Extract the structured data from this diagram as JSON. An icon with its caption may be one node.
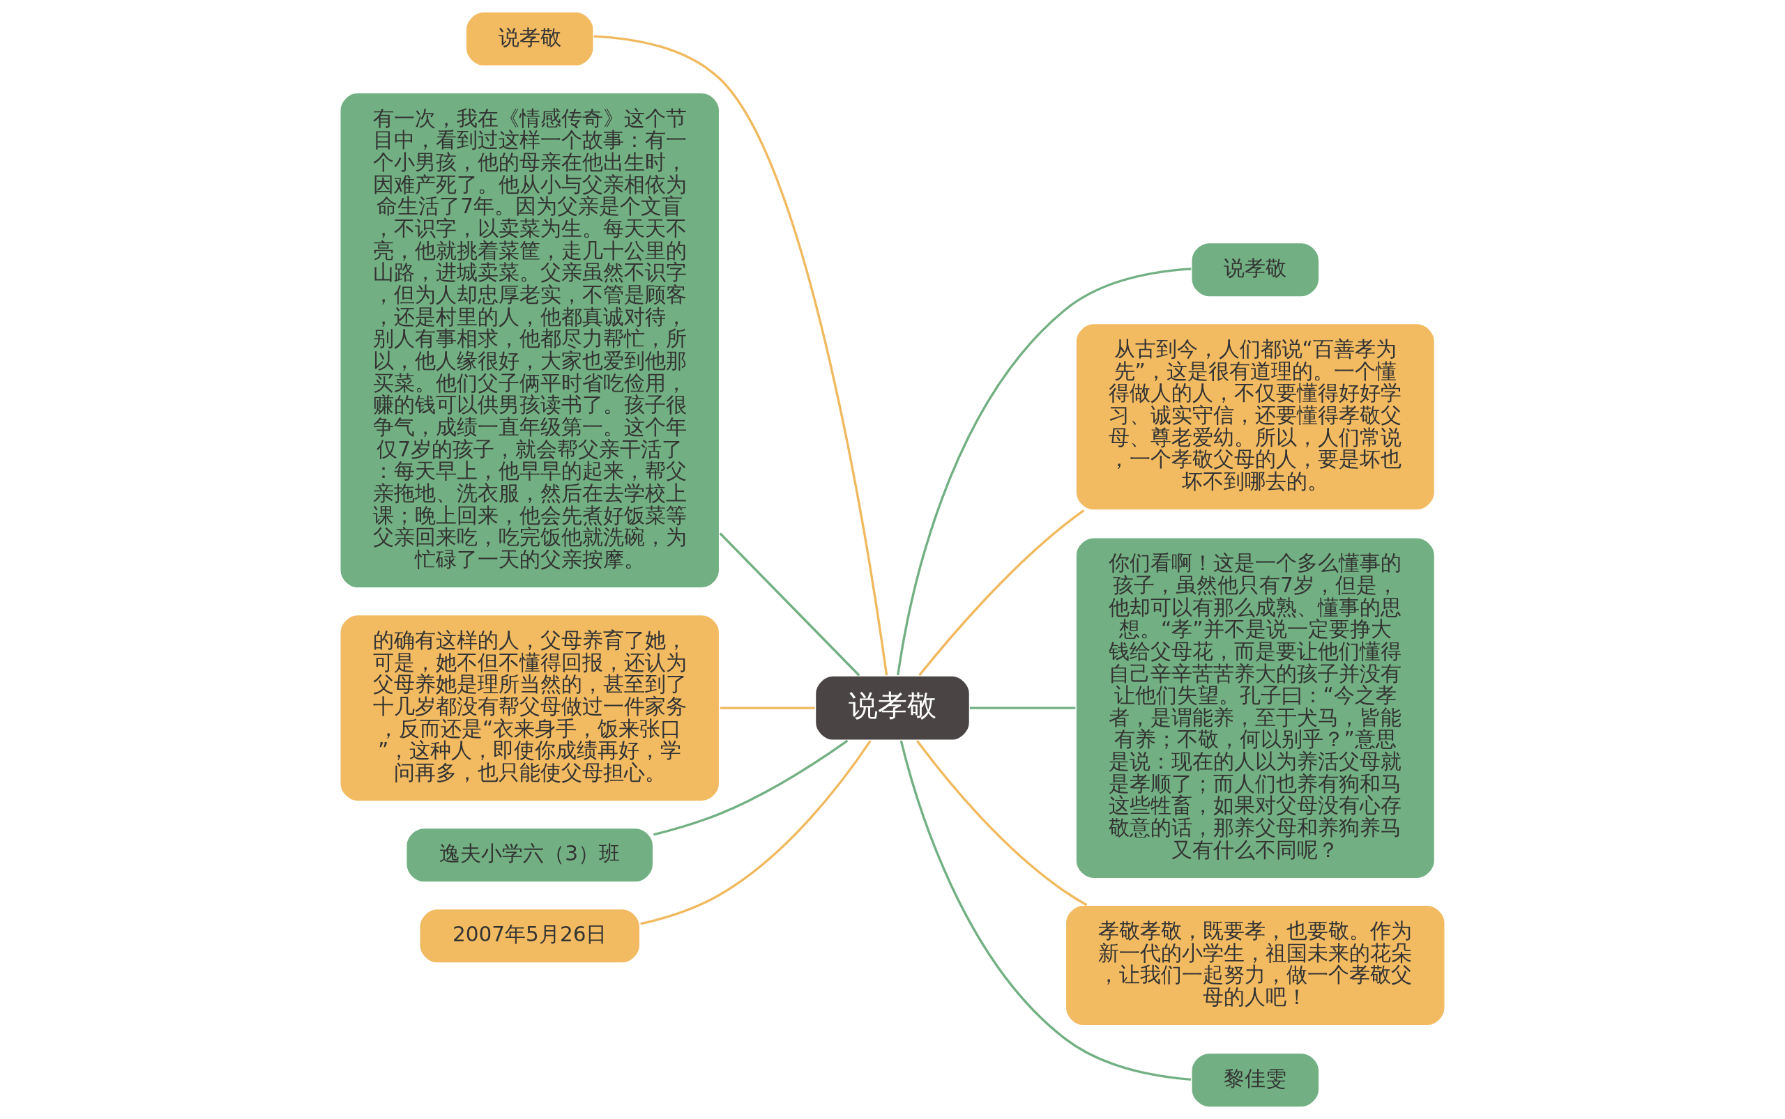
{
  "diagram": {
    "nodes": [
      {
        "text": [
          "说孝敬"
        ]
      },
      {
        "text": [
          "说孝敬"
        ]
      },
      {
        "text": [
          "说孝敬"
        ]
      },
      {
        "text": [
          "从古到今，人们都说“百善孝为先”，这是很有道理的。一个懂得做人的人，不仅要懂得好好学习、诚实守信，还要懂得孝敬父母、尊老爱幼。所以，人们常说，一个孝敬父母的人，要是坏也坏不到哪去的。"
        ]
      },
      {
        "text": [
          "有一次，我在《情感传奇》这个节目中，看到过这样一个故事：有一个小男孩，他的母亲在他出生时，因难产死了。他从小与父亲相依为命生活了7年。因为父亲是个文盲，不识字，以卖菜为生。每天天不亮，他就挑着菜筐，走几十公里的山路，进城卖菜。父亲虽然不识字，但为人却忠厚老实，不管是顾客，还是村里的人，他都真诚对待，别人有事相求，他都尽力帮忙，所以，他人缘很好，大家也爱到他那买菜。他们父子俩平时省吃俭用，赚的钱可以供男孩读书了。孩子很争气，成绩一直年级第一。这个年仅7岁的孩子，就会帮父亲干活了：每天早上，他早早的起来，帮父亲拖地、洗衣服，然后在去学校上课；晚上回来，他会先煮好饭菜等父亲回来吃，吃完饭他就洗碗，为忙碌了一天的父亲按摩。"
        ]
      },
      {
        "text": [
          "你们看啊！这是一个多么懂事的孩子，虽然他只有7岁，但是，他却可以有那么成熟、懂事的思想。“孝”并不是说一定要挣大钱给父母花，而是要让他们懂得自己辛辛苦苦养大的孩子并没有让他们失望。孔子曰：“今之孝者，是谓能养，至于犬马，皆能有养；不敬，何以别乎？”意思是说：现在的人以为养活父母就是孝顺了；而人们也养有狗和马这些牲畜，如果对父母没有心存敬意的话，那养父母和养狗养马又有什么不同呢？"
        ]
      },
      {
        "text": [
          "的确有这样的人，父母养育了她，可是，她不但不懂得回报，还认为父母养她是理所当然的，甚至到了十几岁都没有帮父母做过一件家务，反而还是“衣来身手，饭来张口”，这种人，即使你成绩再好，学问再多，也只能使父母担心。"
        ]
      },
      {
        "text": [
          "孝敬孝敬，既要孝，也要敬。作为新一代的小学生，祖国未来的花朵，让我们一起努力，做一个孝敬父母的人吧！"
        ]
      },
      {
        "text": [
          "逸夫小学六（3）班"
        ]
      },
      {
        "text": [
          "黎佳雯"
        ]
      },
      {
        "text": [
          "2007年5月26日"
        ]
      }
    ],
    "edges": [
      {
        "from": 0,
        "to": 1,
        "arrow": "none",
        "color": "#72b083"
      },
      {
        "from": 0,
        "to": 2,
        "arrow": "none",
        "color": "#f0b95e"
      },
      {
        "from": 0,
        "to": 3,
        "arrow": "none",
        "color": "#f0b95e"
      },
      {
        "from": 0,
        "to": 4,
        "arrow": "none",
        "color": "#72b083"
      },
      {
        "from": 0,
        "to": 5,
        "arrow": "none",
        "color": "#72b083"
      },
      {
        "from": 0,
        "to": 6,
        "arrow": "none",
        "color": "#f0b95e"
      },
      {
        "from": 0,
        "to": 7,
        "arrow": "none",
        "color": "#f0b95e"
      },
      {
        "from": 0,
        "to": 8,
        "arrow": "none",
        "color": "#72b083"
      },
      {
        "from": 0,
        "to": 9,
        "arrow": "none",
        "color": "#72b083"
      },
      {
        "from": 0,
        "to": 10,
        "arrow": "none",
        "color": "#f0b95e"
      }
    ]
  }
}
